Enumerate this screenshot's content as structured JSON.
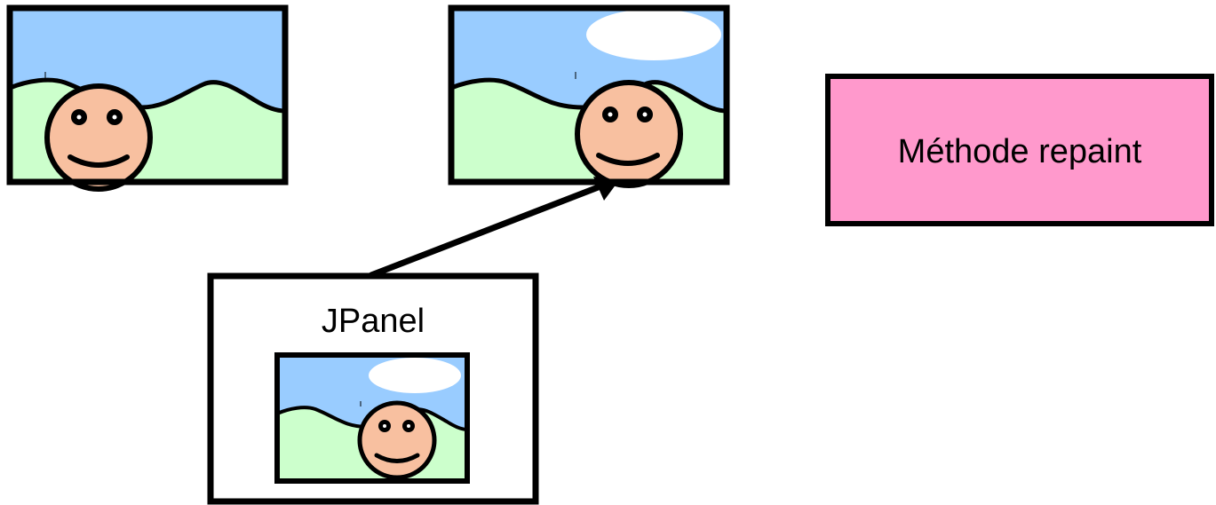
{
  "diagram": {
    "panel_label": "JPanel",
    "method_label": "Méthode repaint"
  },
  "colors": {
    "sky": "#99ccff",
    "hill": "#ccffcc",
    "face": "#f8c0a0",
    "cloud": "#ffffff",
    "method_box": "#ff99cc",
    "stroke": "#000000"
  },
  "icons": {
    "scene": "landscape-with-smiley-face",
    "arrow": "arrow-right-up"
  }
}
